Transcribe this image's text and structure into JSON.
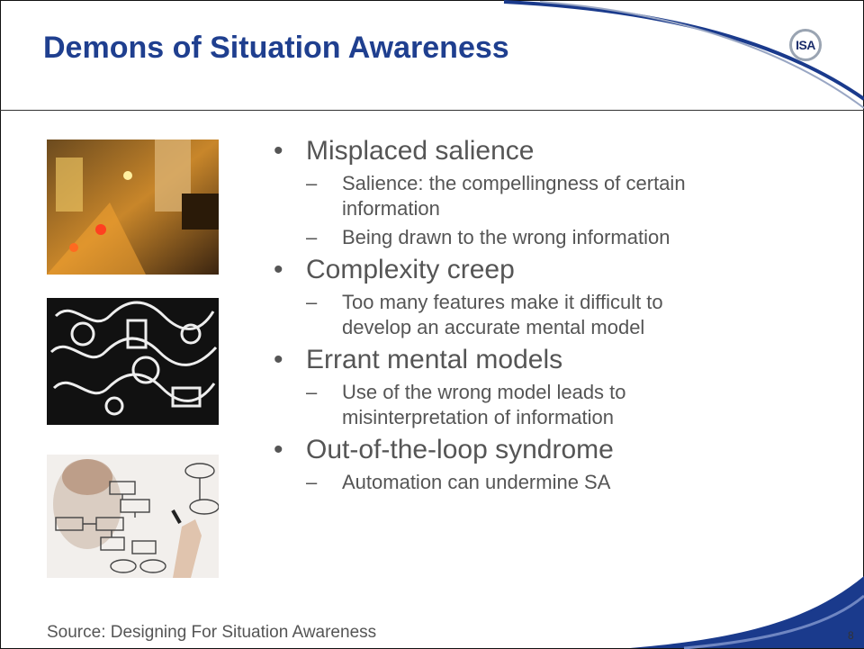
{
  "slide": {
    "title": "Demons of Situation Awareness",
    "logo_text": "ISA",
    "bullets": [
      {
        "text": "Misplaced salience",
        "subs": [
          "Salience: the compellingness of certain information",
          "Being drawn to the wrong information"
        ]
      },
      {
        "text": "Complexity creep",
        "subs": [
          "Too many features make it difficult to develop an accurate mental model"
        ]
      },
      {
        "text": "Errant mental models",
        "subs": [
          "Use of the wrong model leads to misinterpretation of information"
        ]
      },
      {
        "text": "Out-of-the-loop syndrome",
        "subs": [
          "Automation can undermine SA"
        ]
      }
    ],
    "source": "Source: Designing For Situation Awareness",
    "page_number": "8"
  },
  "markers": {
    "bullet": "•",
    "dash": "–"
  },
  "colors": {
    "title": "#1f3f8f",
    "body_text": "#555555",
    "swoosh": "#1a3a8c"
  }
}
